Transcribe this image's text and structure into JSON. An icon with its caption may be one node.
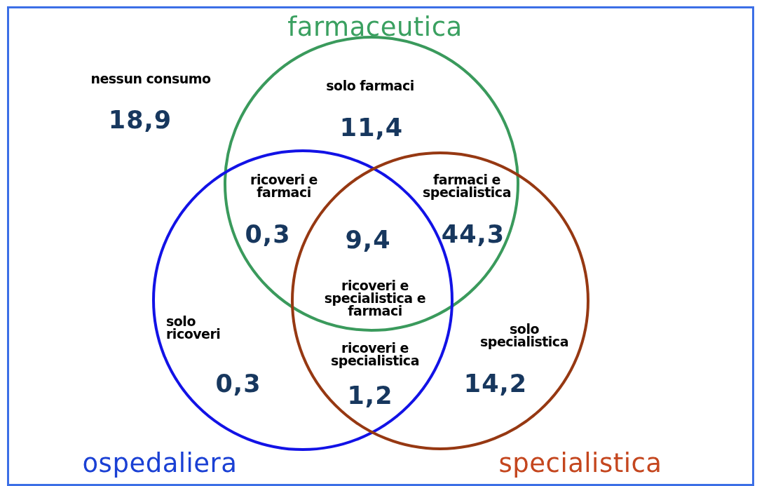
{
  "diagram": {
    "nodes": [
      {
        "text": [
          "farmaceutica"
        ]
      },
      {
        "text": [
          "ospedaliera"
        ]
      },
      {
        "text": [
          "specialistica"
        ]
      }
    ],
    "labels": [
      "nessun consumo",
      "18,9",
      "solo farmaci",
      "11,4",
      "ricoveri e farmaci",
      "farmaci e specialistica",
      "0,3",
      "9,4",
      "44,3",
      "ricoveri e specialistica e farmaci",
      "solo ricoveri",
      "solo specialistica",
      "ricoveri e specialistica",
      "0,3",
      "1,2",
      "14,2"
    ]
  }
}
